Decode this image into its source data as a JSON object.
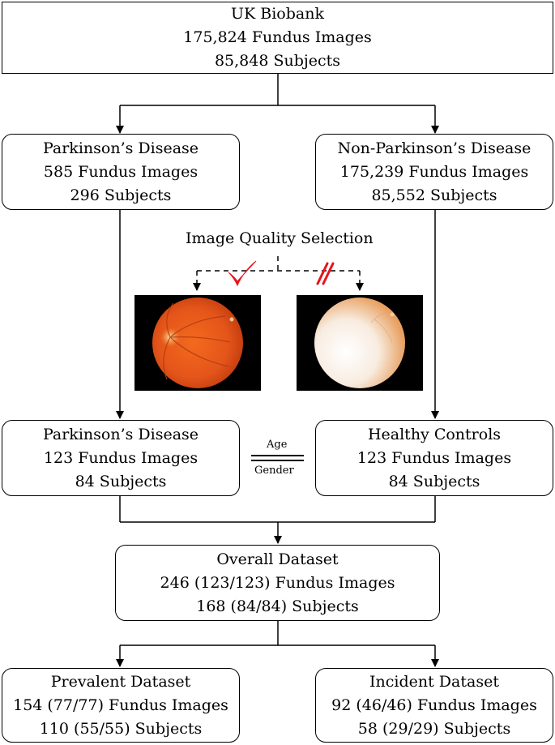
{
  "top": {
    "title": "UK Biobank",
    "images": "175,824 Fundus Images",
    "subjects": "85,848 Subjects"
  },
  "pd_initial": {
    "title": "Parkinson’s Disease",
    "images": "585 Fundus Images",
    "subjects": "296 Subjects"
  },
  "non_pd": {
    "title": "Non-Parkinson’s Disease",
    "images": "175,239 Fundus Images",
    "subjects": "85,552 Subjects"
  },
  "quality": {
    "label": "Image Quality Selection",
    "accept_icon": "checkmark-icon",
    "reject_icon": "double-slash-reject-icon",
    "accent_color": "#e8141b"
  },
  "pd_selected": {
    "title": "Parkinson’s Disease",
    "images": "123 Fundus Images",
    "subjects": "84 Subjects"
  },
  "matching": {
    "top": "Age",
    "bottom": "Gender"
  },
  "controls": {
    "title": "Healthy Controls",
    "images": "123 Fundus Images",
    "subjects": "84 Subjects"
  },
  "overall": {
    "title": "Overall Dataset",
    "images": "246 (123/123) Fundus Images",
    "subjects": "168 (84/84) Subjects"
  },
  "prevalent": {
    "title": "Prevalent Dataset",
    "images": "154 (77/77) Fundus Images",
    "subjects": "110 (55/55) Subjects"
  },
  "incident": {
    "title": "Incident Dataset",
    "images": "92 (46/46) Fundus Images",
    "subjects": "58 (29/29) Subjects"
  }
}
